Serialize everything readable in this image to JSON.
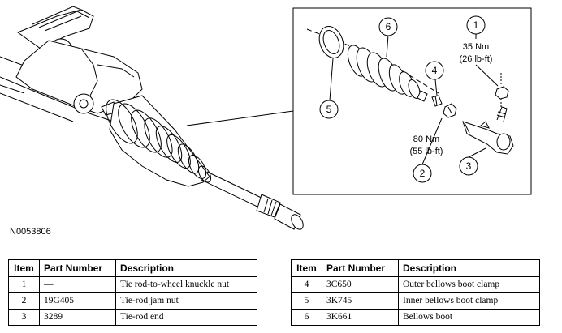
{
  "figure_id": "N0053806",
  "callouts": {
    "c1": {
      "num": "1",
      "torque_nm": "35 Nm",
      "torque_lbft": "(26 lb-ft)"
    },
    "c2": {
      "num": "2",
      "torque_nm": "80 Nm",
      "torque_lbft": "(55 lb-ft)"
    },
    "c3": {
      "num": "3"
    },
    "c4": {
      "num": "4"
    },
    "c5": {
      "num": "5"
    },
    "c6": {
      "num": "6"
    }
  },
  "table": {
    "headers": {
      "item": "Item",
      "part_number": "Part Number",
      "description": "Description"
    },
    "left_rows": [
      {
        "item": "1",
        "part_number": "—",
        "description": "Tie rod-to-wheel knuckle nut"
      },
      {
        "item": "2",
        "part_number": "19G405",
        "description": "Tie-rod jam nut"
      },
      {
        "item": "3",
        "part_number": "3289",
        "description": "Tie-rod end"
      }
    ],
    "right_rows": [
      {
        "item": "4",
        "part_number": "3C650",
        "description": "Outer bellows boot clamp"
      },
      {
        "item": "5",
        "part_number": "3K745",
        "description": "Inner bellows boot clamp"
      },
      {
        "item": "6",
        "part_number": "3K661",
        "description": "Bellows boot"
      }
    ]
  }
}
